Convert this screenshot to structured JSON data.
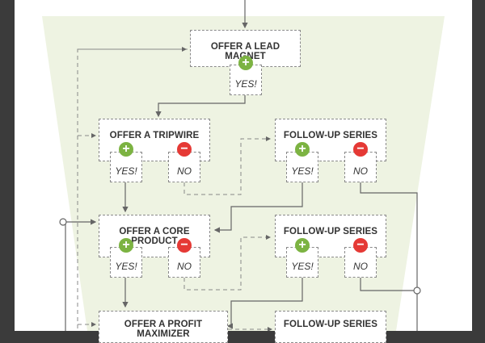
{
  "nodes": {
    "lead_magnet": {
      "title": "OFFER A LEAD MAGNET",
      "yes": "YES!",
      "plus_glyph": "+"
    },
    "tripwire": {
      "title": "OFFER A TRIPWIRE",
      "yes": "YES!",
      "no": "NO",
      "plus_glyph": "+",
      "minus_glyph": "−"
    },
    "followup_1": {
      "title": "FOLLOW-UP SERIES",
      "yes": "YES!",
      "no": "NO",
      "plus_glyph": "+",
      "minus_glyph": "−"
    },
    "core_product": {
      "title": "OFFER A CORE PRODUCT",
      "yes": "YES!",
      "no": "NO",
      "plus_glyph": "+",
      "minus_glyph": "−"
    },
    "followup_2": {
      "title": "FOLLOW-UP SERIES",
      "yes": "YES!",
      "no": "NO",
      "plus_glyph": "+",
      "minus_glyph": "−"
    },
    "profit_maximizer": {
      "title": "OFFER A PROFIT MAXIMIZER"
    },
    "followup_3": {
      "title": "FOLLOW-UP SERIES"
    }
  },
  "colors": {
    "funnel_fill": "#eef3e2",
    "yes_badge": "#7cb342",
    "no_badge": "#e53935",
    "frame": "#3b3b3b"
  }
}
